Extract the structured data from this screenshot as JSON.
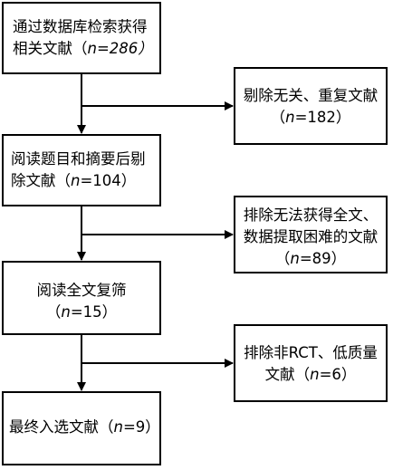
{
  "flow": {
    "step1": {
      "line1": "通过数据库检索获得",
      "line2_pre": "相关文献（",
      "n_label": "n",
      "n_value": "=286）"
    },
    "step2": {
      "line1": "阅读题目和摘要后剔",
      "line2_pre": "除文献（",
      "n_label": "n",
      "n_value": "=104）"
    },
    "step3": {
      "line1": "阅读全文复筛",
      "line2_pre": "（",
      "n_label": "n",
      "n_value": "=15）"
    },
    "step4": {
      "line1_pre": "最终入选文献（",
      "n_label": "n",
      "n_value": "=9）"
    }
  },
  "exclusions": {
    "ex1": {
      "line1_pre": "剔除无关、重复文献",
      "line2_pre": "（",
      "n_label": "n",
      "n_value": "=182）"
    },
    "ex2": {
      "line1": "排除无法获得全文、",
      "line2": "数据提取困难的文献",
      "line3_pre": "（",
      "n_label": "n",
      "n_value": "=89）"
    },
    "ex3": {
      "line1": "排除非RCT、低质量",
      "line2_pre": "文献（",
      "n_label": "n",
      "n_value": "=6）"
    }
  }
}
